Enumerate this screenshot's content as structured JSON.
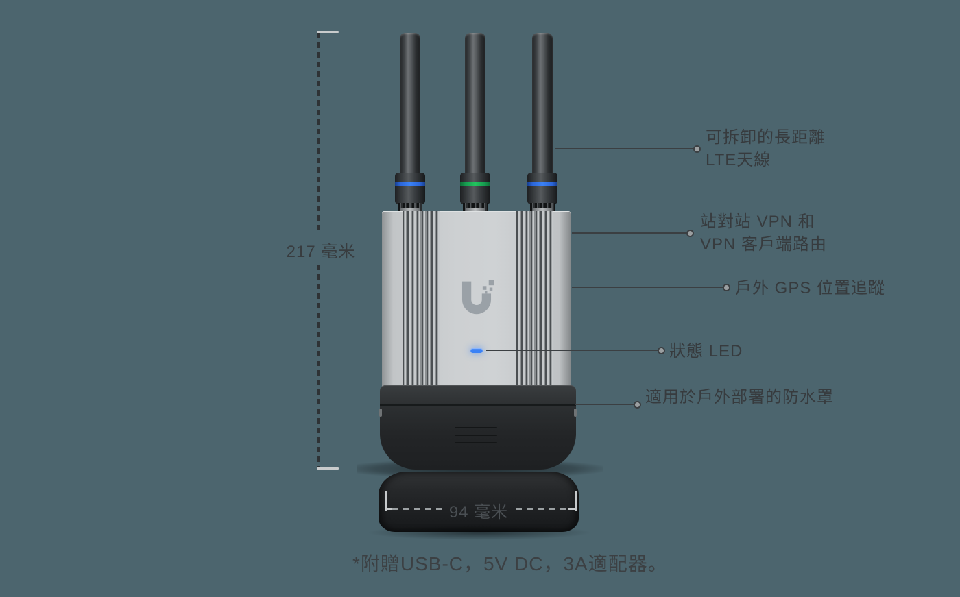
{
  "background_color": "#4c656e",
  "dimension_height": {
    "label": "217 毫米"
  },
  "dimension_width": {
    "label": "94 毫米"
  },
  "callouts": {
    "lte_antenna": {
      "line1": "可拆卸的長距離",
      "line2": "LTE天線"
    },
    "vpn": {
      "line1": "站對站 VPN 和",
      "line2": "VPN 客戶端路由"
    },
    "gps": {
      "line1": "戶外 GPS 位置追蹤"
    },
    "status_led": {
      "line1": "狀態 LED"
    },
    "waterproof": {
      "line1": "適用於戶外部署的防水罩"
    }
  },
  "footnote": "*附贈USB-C，5V DC，3A適配器。",
  "device": {
    "logo": "ubiquiti-u-logo",
    "antenna_ring_colors": [
      "#2e6fe0",
      "#1fae57",
      "#2e6fe0"
    ],
    "led_color": "#3b82f6"
  }
}
